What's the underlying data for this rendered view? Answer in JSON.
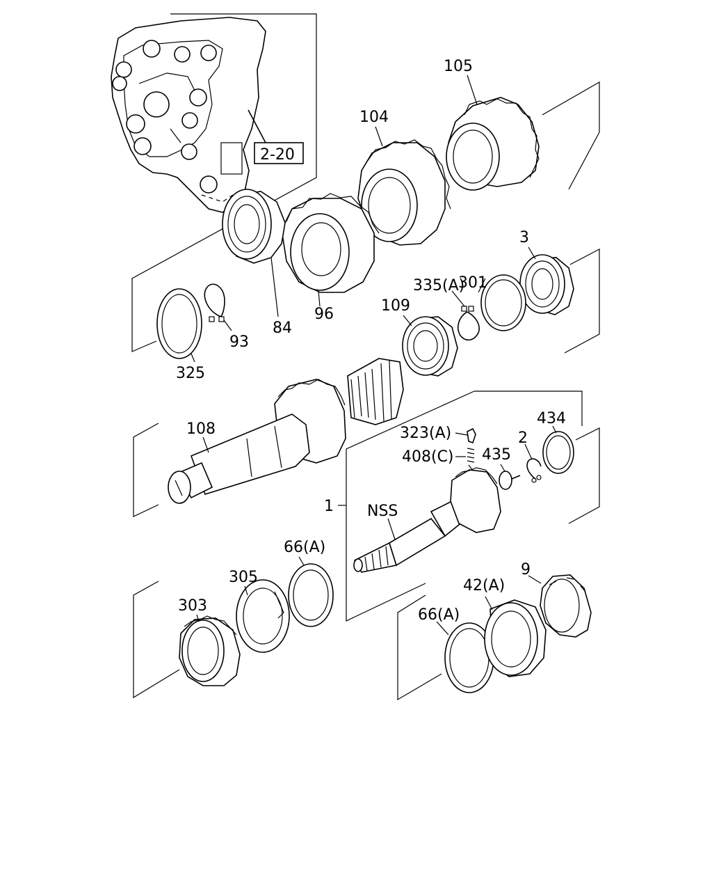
{
  "diagram": {
    "ref_box": "2-20",
    "parts": {
      "p105": "105",
      "p104": "104",
      "p96": "96",
      "p84": "84",
      "p93": "93",
      "p325": "325",
      "p3": "3",
      "p301": "301",
      "p335a": "335(A)",
      "p109": "109",
      "p108": "108",
      "p323a": "323(A)",
      "p408c": "408(C)",
      "p435": "435",
      "p2": "2",
      "p434": "434",
      "p1": "1",
      "nss": "NSS",
      "p66a_top": "66(A)",
      "p305": "305",
      "p303": "303",
      "p42a": "42(A)",
      "p9": "9",
      "p66a_bottom": "66(A)"
    }
  }
}
